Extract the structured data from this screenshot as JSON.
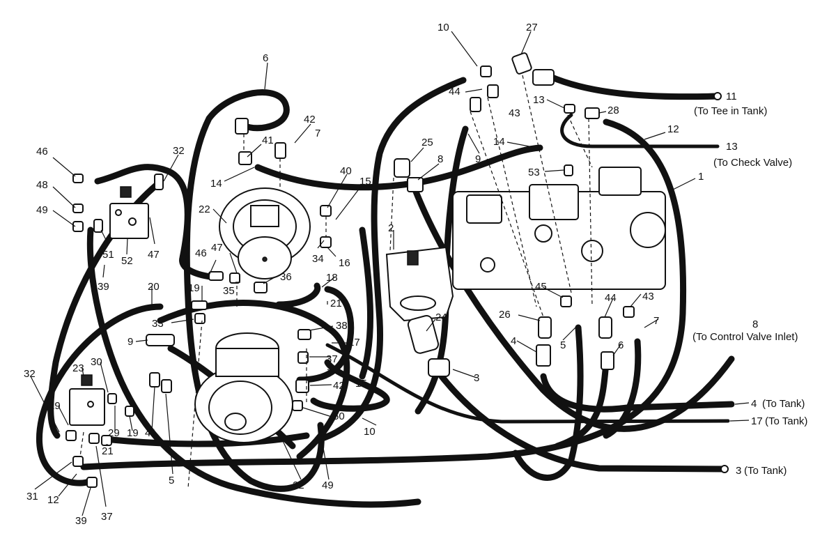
{
  "callouts": [
    {
      "t": "10"
    },
    {
      "t": "27"
    },
    {
      "t": "6"
    },
    {
      "t": "11"
    },
    {
      "t": "44"
    },
    {
      "t": "43"
    },
    {
      "t": "13"
    },
    {
      "t": "28"
    },
    {
      "t": "12"
    },
    {
      "t": "42"
    },
    {
      "t": "7"
    },
    {
      "t": "41"
    },
    {
      "t": "32"
    },
    {
      "t": "46"
    },
    {
      "t": "25"
    },
    {
      "t": "8"
    },
    {
      "t": "9"
    },
    {
      "t": "14"
    },
    {
      "t": "13"
    },
    {
      "t": "53"
    },
    {
      "t": "1"
    },
    {
      "t": "48"
    },
    {
      "t": "14"
    },
    {
      "t": "40"
    },
    {
      "t": "15"
    },
    {
      "t": "49"
    },
    {
      "t": "22"
    },
    {
      "t": "2"
    },
    {
      "t": "51"
    },
    {
      "t": "52"
    },
    {
      "t": "47"
    },
    {
      "t": "16"
    },
    {
      "t": "34"
    },
    {
      "t": "46"
    },
    {
      "t": "47"
    },
    {
      "t": "39"
    },
    {
      "t": "36"
    },
    {
      "t": "35"
    },
    {
      "t": "18"
    },
    {
      "t": "20"
    },
    {
      "t": "19"
    },
    {
      "t": "45"
    },
    {
      "t": "44"
    },
    {
      "t": "43"
    },
    {
      "t": "21"
    },
    {
      "t": "26"
    },
    {
      "t": "7"
    },
    {
      "t": "33"
    },
    {
      "t": "24"
    },
    {
      "t": "38"
    },
    {
      "t": "8"
    },
    {
      "t": "9"
    },
    {
      "t": "4"
    },
    {
      "t": "5"
    },
    {
      "t": "6"
    },
    {
      "t": "17"
    },
    {
      "t": "37"
    },
    {
      "t": "23"
    },
    {
      "t": "30"
    },
    {
      "t": "15"
    },
    {
      "t": "3"
    },
    {
      "t": "42"
    },
    {
      "t": "32"
    },
    {
      "t": "29"
    },
    {
      "t": "29"
    },
    {
      "t": "19"
    },
    {
      "t": "41"
    },
    {
      "t": "50"
    },
    {
      "t": "10"
    },
    {
      "t": "4"
    },
    {
      "t": "17"
    },
    {
      "t": "31"
    },
    {
      "t": "12"
    },
    {
      "t": "21"
    },
    {
      "t": "5"
    },
    {
      "t": "22"
    },
    {
      "t": "49"
    },
    {
      "t": "3"
    },
    {
      "t": "39"
    },
    {
      "t": "37"
    }
  ],
  "notes": {
    "to_tee_in_tank": "(To Tee in Tank)",
    "to_check_valve": "(To Check Valve)",
    "to_control_valve_inlet": "(To Control Valve Inlet)",
    "to_tank_4": "(To Tank)",
    "to_tank_17": "(To Tank)",
    "to_tank_3": "(To Tank)"
  }
}
